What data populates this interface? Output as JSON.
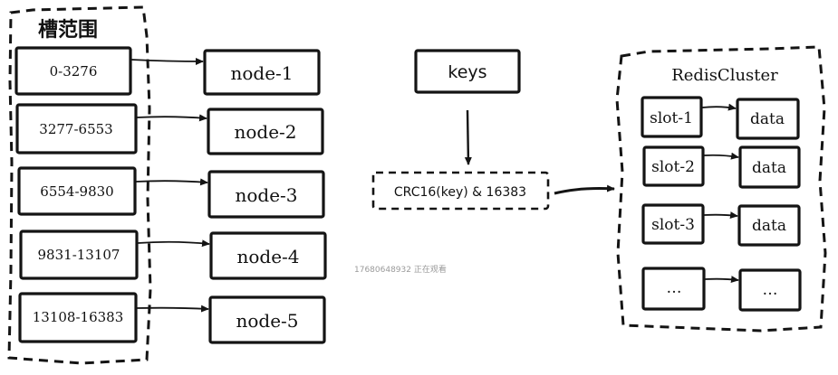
{
  "left_group": {
    "title": "槽范围",
    "ranges": [
      "0-3276",
      "3277-6553",
      "6554-9830",
      "9831-13107",
      "13108-16383"
    ],
    "nodes": [
      "node-1",
      "node-2",
      "node-3",
      "node-4",
      "node-5"
    ]
  },
  "keys_label": "keys",
  "hash_label": "CRC16(key) & 16383",
  "watermark": "17680648932 正在观看",
  "cluster": {
    "title": "RedisCluster",
    "slots": [
      "slot-1",
      "slot-2",
      "slot-3",
      "…"
    ],
    "data": [
      "data",
      "data",
      "data",
      "…"
    ]
  }
}
